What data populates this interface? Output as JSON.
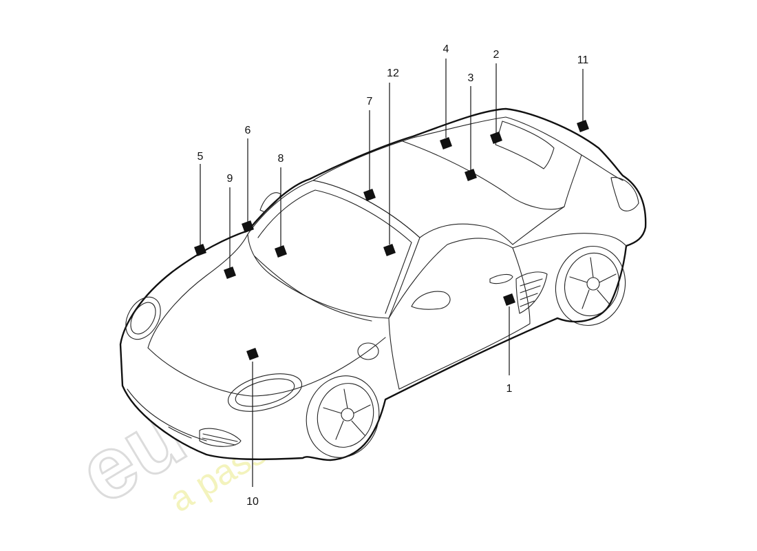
{
  "watermark": {
    "brand": "eurospares",
    "tagline": "a passion for parts since 1985",
    "brand_color": "#d9d9d9",
    "tagline_color": "#e9e98a"
  },
  "callouts": [
    {
      "id": "1",
      "label": "1"
    },
    {
      "id": "2",
      "label": "2"
    },
    {
      "id": "3",
      "label": "3"
    },
    {
      "id": "4",
      "label": "4"
    },
    {
      "id": "5",
      "label": "5"
    },
    {
      "id": "6",
      "label": "6"
    },
    {
      "id": "7",
      "label": "7"
    },
    {
      "id": "8",
      "label": "8"
    },
    {
      "id": "9",
      "label": "9"
    },
    {
      "id": "10",
      "label": "10"
    },
    {
      "id": "11",
      "label": "11"
    },
    {
      "id": "12",
      "label": "12"
    }
  ]
}
